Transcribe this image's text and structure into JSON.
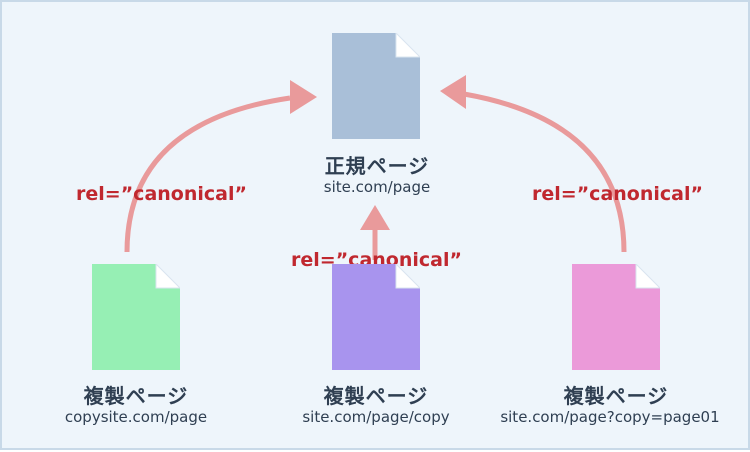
{
  "colors": {
    "background": "#eef5fb",
    "arrow": "#e99a9b",
    "canonical_doc": "#a9bfd8",
    "dup_left_doc": "#96efb4",
    "dup_mid_doc": "#a894ee",
    "dup_right_doc": "#eb9ad9",
    "rel_text": "#c0282f",
    "label_text": "#2f3f52"
  },
  "canonical": {
    "title": "正規ページ",
    "url": "site.com/page",
    "icon": "document-icon"
  },
  "duplicates": [
    {
      "title": "複製ページ",
      "url": "copysite.com/page",
      "icon": "document-icon"
    },
    {
      "title": "複製ページ",
      "url": "site.com/page/copy",
      "icon": "document-icon"
    },
    {
      "title": "複製ページ",
      "url": "site.com/page?copy=page01",
      "icon": "document-icon"
    }
  ],
  "arrow_labels": [
    "rel=”canonical”",
    "rel=”canonical”",
    "rel=”canonical”"
  ]
}
